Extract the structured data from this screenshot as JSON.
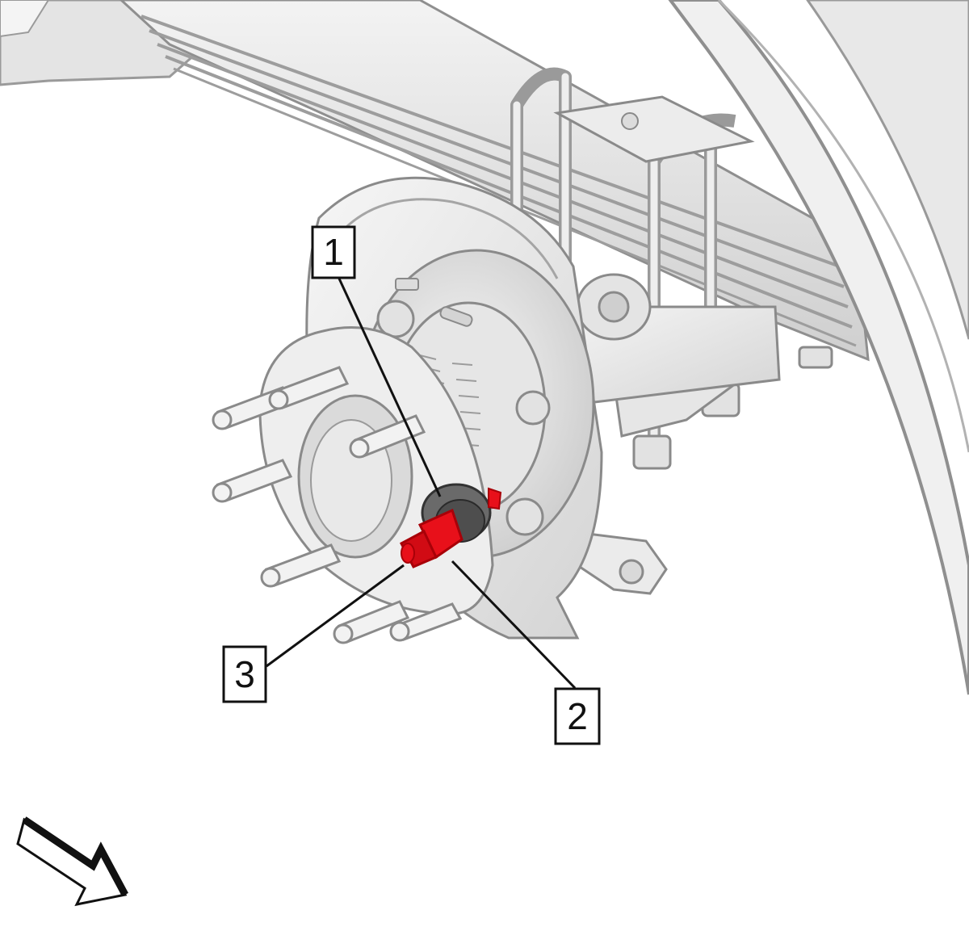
{
  "colors": {
    "background": "#ffffff",
    "part_fill": "#ececec",
    "part_fill_dark": "#d6d6d6",
    "part_stroke": "#8c8c8c",
    "highlight_red": "#e8101a",
    "highlight_red_dark": "#a80008",
    "seal_gray": "#5e5e5e",
    "leader_line": "#111111",
    "callout_border": "#111111"
  },
  "callouts": [
    {
      "id": "1",
      "label": "1",
      "target": "sensor-seal"
    },
    {
      "id": "2",
      "label": "2",
      "target": "sensor-body"
    },
    {
      "id": "3",
      "label": "3",
      "target": "sensor-connector"
    }
  ],
  "view_arrow": {
    "icon": "view-direction-arrow-icon"
  }
}
